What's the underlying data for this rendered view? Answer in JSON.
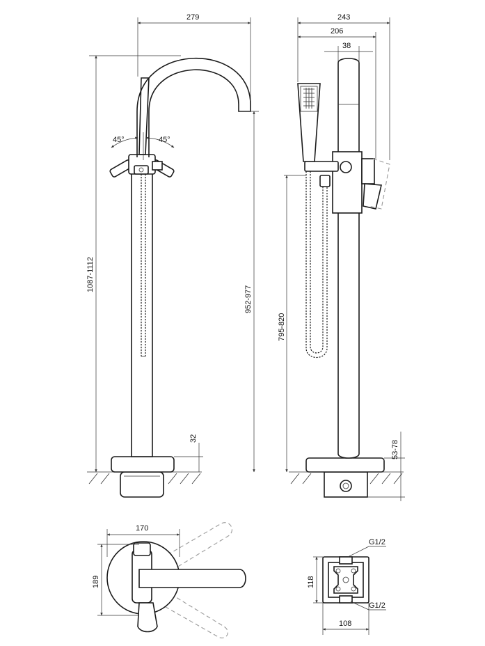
{
  "front_view": {
    "width": "279",
    "overall_height": "1087-1112",
    "spout_height": "952-977",
    "base_height": "32",
    "lever_angle_left": "45°",
    "lever_angle_right": "45°"
  },
  "side_view": {
    "overall_depth": "243",
    "lever_depth": "206",
    "column_diameter": "38",
    "hand_shower_height": "795-820",
    "base_range": "53-78"
  },
  "plan_view": {
    "base_width": "170",
    "base_depth": "189"
  },
  "mounting_box": {
    "inlet_top": "G1/2",
    "inlet_bottom": "G1/2",
    "box_height": "118",
    "box_width": "108"
  },
  "colors": {
    "line": "#1a1a1a",
    "ghost": "#9a9a9a",
    "background": "#ffffff"
  }
}
